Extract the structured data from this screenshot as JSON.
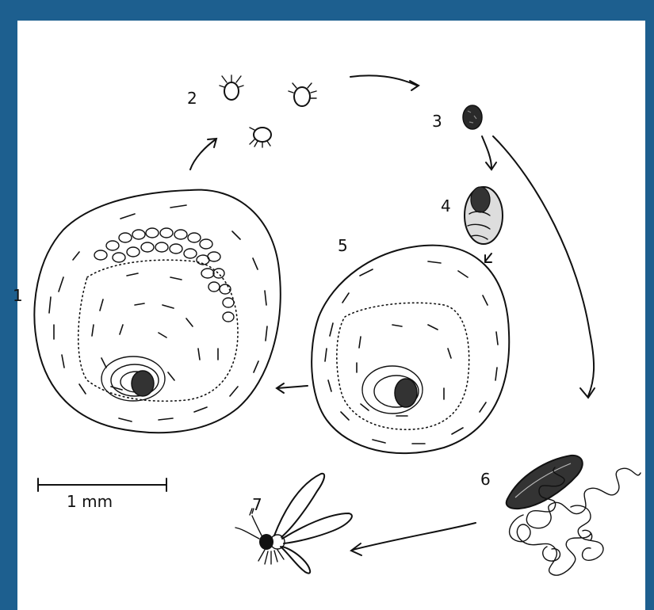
{
  "diagram": {
    "stage_labels": [
      "1",
      "2",
      "3",
      "4",
      "5",
      "6",
      "7"
    ],
    "scale_bar_label": "1 mm",
    "colors": {
      "border": "#1d5f8f",
      "paper": "#ffffff",
      "ink": "#111111"
    }
  }
}
